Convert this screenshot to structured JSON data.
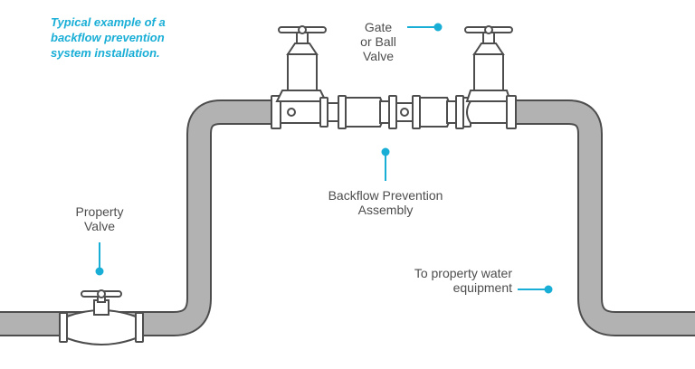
{
  "caption": "Typical example of a\nbackflow prevention\nsystem installation.",
  "labels": {
    "gate_valve": "Gate\nor Ball\nValve",
    "backflow_assembly": "Backflow Prevention\nAssembly",
    "property_valve": "Property\nValve",
    "to_equipment": "To property water\nequipment"
  },
  "colors": {
    "accent": "#19aed6",
    "pipe_fill": "#b2b2b2",
    "outline": "#4d4d4d",
    "body_fill": "#ffffff"
  }
}
